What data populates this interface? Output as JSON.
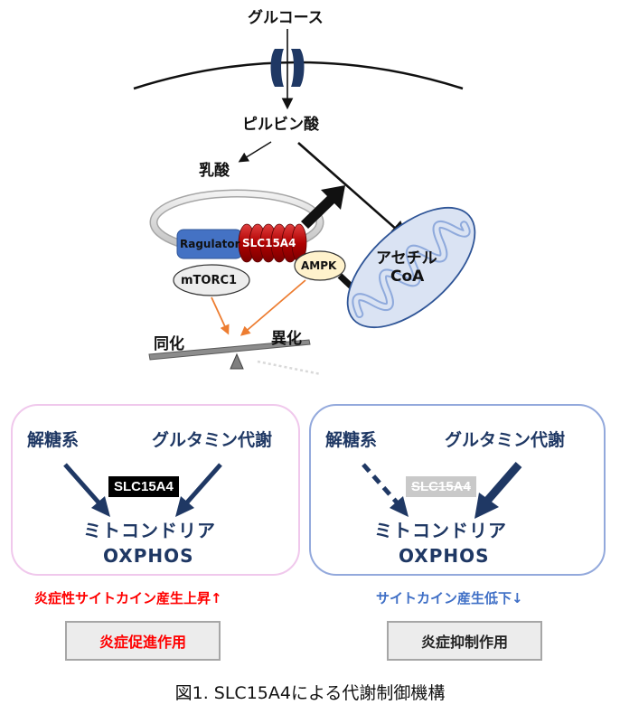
{
  "diagram": {
    "glucose": "グルコース",
    "pyruvate": "ピルビン酸",
    "lactate": "乳酸",
    "ragulator": "Ragulator",
    "slc15a4": "SLC15A4",
    "mtorc1": "mTORC1",
    "ampk": "AMPK",
    "acetyl": "アセチル",
    "coa": "CoA",
    "anabolism": "同化",
    "catabolism": "異化"
  },
  "left_panel": {
    "glycolysis": "解糖系",
    "glutaminolysis": "グルタミン代謝",
    "badge": "SLC15A4",
    "mito": "ミトコンドリア",
    "oxphos": "OXPHOS",
    "effect": "炎症性サイトカイン産生上昇↑",
    "effect_color": "#ff0000",
    "result": "炎症促進作用",
    "result_color": "#ff0000"
  },
  "right_panel": {
    "glycolysis": "解糖系",
    "glutaminolysis": "グルタミン代謝",
    "badge": "SLC15A4",
    "mito": "ミトコンドリア",
    "oxphos": "OXPHOS",
    "effect": "サイトカイン産生低下↓",
    "effect_color": "#3f6fc6",
    "result": "炎症抑制作用",
    "result_color": "#222222"
  },
  "caption": "図1. SLC15A4による代謝制御機構",
  "colors": {
    "navy": "#1f3864",
    "membrane": "#111111",
    "channel": "#1f3864",
    "ragulator": "#4472c4",
    "slc": "#c00000",
    "ampk_fill": "#fff2cc",
    "orange_arrow": "#ed7d31",
    "mito_fill": "#dae3f3",
    "mito_stroke": "#2f5597"
  }
}
